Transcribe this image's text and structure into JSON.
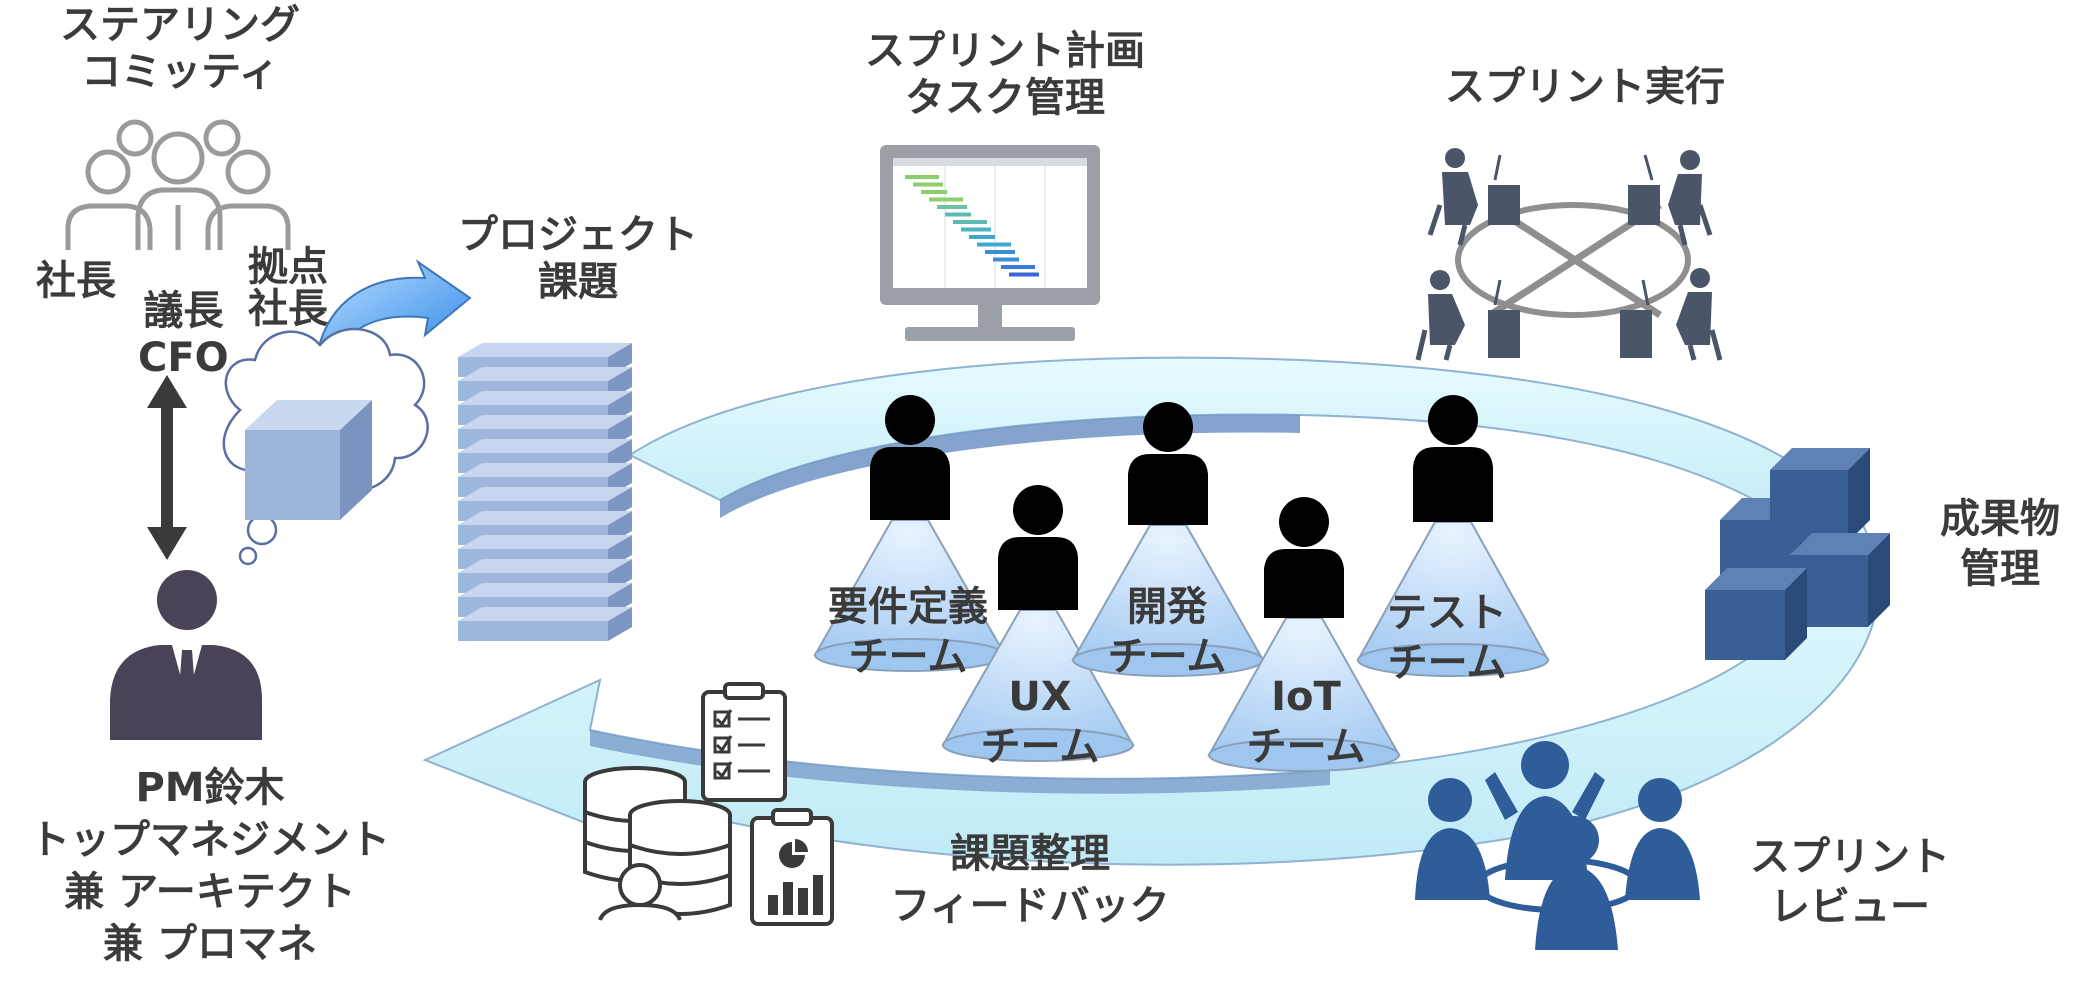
{
  "steering": {
    "title_line1": "ステアリング",
    "title_line2": "コミッティ",
    "president": "社長",
    "chair_line1": "議長",
    "chair_line2": "CFO",
    "branch_line1": "拠点",
    "branch_line2": "社長"
  },
  "pm": {
    "line1": "PM鈴木",
    "line2": "トップマネジメント",
    "line3": "兼 アーキテクト",
    "line4": "兼 プロマネ"
  },
  "project_issues": {
    "line1": "プロジェクト",
    "line2": "課題"
  },
  "sprint_planning": {
    "line1": "スプリント計画",
    "line2": "タスク管理"
  },
  "sprint_execution": {
    "line1": "スプリント実行"
  },
  "deliverables": {
    "line1": "成果物",
    "line2": "管理"
  },
  "sprint_review": {
    "line1": "スプリント",
    "line2": "レビュー"
  },
  "feedback": {
    "line1": "課題整理",
    "line2": "フィードバック"
  },
  "teams": [
    {
      "line1": "要件定義",
      "line2": "チーム"
    },
    {
      "line1": "UX",
      "line2": "チーム"
    },
    {
      "line1": "開発",
      "line2": "チーム"
    },
    {
      "line1": "IoT",
      "line2": "チーム"
    },
    {
      "line1": "テスト",
      "line2": "チーム"
    }
  ],
  "colors": {
    "text": "#3b3b3b",
    "cycle_arrow": "#c8f0f8",
    "cycle_edge": "#8fb3d1",
    "stack": "#9fb7dc",
    "person_dark": "#000000",
    "review_people": "#2f5d99",
    "deliverable_box": "#3a5f94",
    "spotlight": "#b9d8f5",
    "pm_figure": "#4a4256"
  },
  "icons": [
    "people-group-icon",
    "thought-cloud-icon",
    "cube-icon",
    "curved-arrow-icon",
    "issue-stack-icon",
    "gantt-monitor-icon",
    "meeting-table-icon",
    "deliverable-boxes-icon",
    "review-people-icon",
    "database-user-icon",
    "checklist-icon",
    "report-chart-icon",
    "double-arrow-icon",
    "manager-icon"
  ]
}
